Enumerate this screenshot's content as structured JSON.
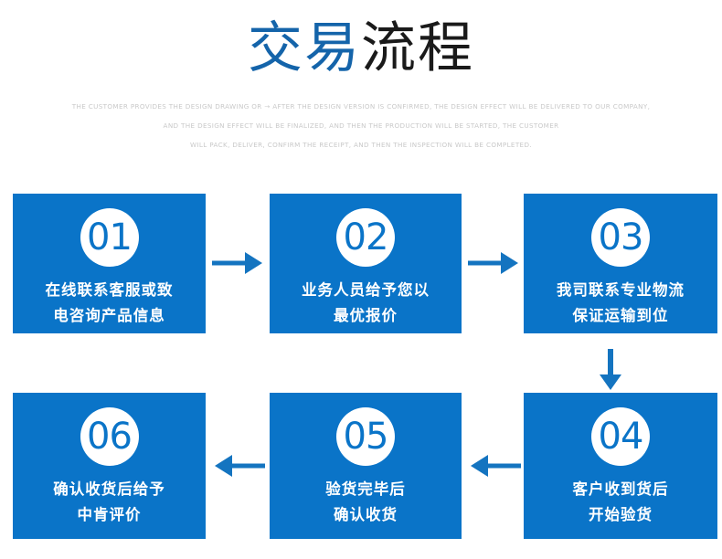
{
  "header": {
    "title_blue": "交易",
    "title_dark": "流程",
    "subtitle_lines": [
      "THE CUSTOMER PROVIDES THE DESIGN DRAWING OR → AFTER THE DESIGN VERSION IS CONFIRMED, THE DESIGN EFFECT WILL BE DELIVERED TO OUR COMPANY,",
      "AND THE DESIGN EFFECT WILL BE FINALIZED, AND THEN THE PRODUCTION WILL BE STARTED, THE CUSTOMER",
      "WILL PACK, DELIVER, CONFIRM THE RECEIPT, AND THEN THE INSPECTION WILL BE COMPLETED."
    ]
  },
  "colors": {
    "brand_blue": "#0a74c8",
    "title_blue": "#1464aa",
    "title_dark": "#1a1a1a",
    "subtitle_gray": "#c9c9c9",
    "badge_white": "#ffffff"
  },
  "steps": [
    {
      "number": "01",
      "line1": "在线联系客服或致",
      "line2": "电咨询产品信息"
    },
    {
      "number": "02",
      "line1": "业务人员给予您以",
      "line2": "最优报价"
    },
    {
      "number": "03",
      "line1": "我司联系专业物流",
      "line2": "保证运输到位"
    },
    {
      "number": "04",
      "line1": "客户收到货后",
      "line2": "开始验货"
    },
    {
      "number": "05",
      "line1": "验货完毕后",
      "line2": "确认收货"
    },
    {
      "number": "06",
      "line1": "确认收货后给予",
      "line2": "中肯评价"
    }
  ],
  "arrows": [
    {
      "name": "arrow-right-01-to-02",
      "direction": "right"
    },
    {
      "name": "arrow-right-02-to-03",
      "direction": "right"
    },
    {
      "name": "arrow-down-03-to-04",
      "direction": "down"
    },
    {
      "name": "arrow-left-04-to-05",
      "direction": "left"
    },
    {
      "name": "arrow-left-05-to-06",
      "direction": "left"
    }
  ]
}
